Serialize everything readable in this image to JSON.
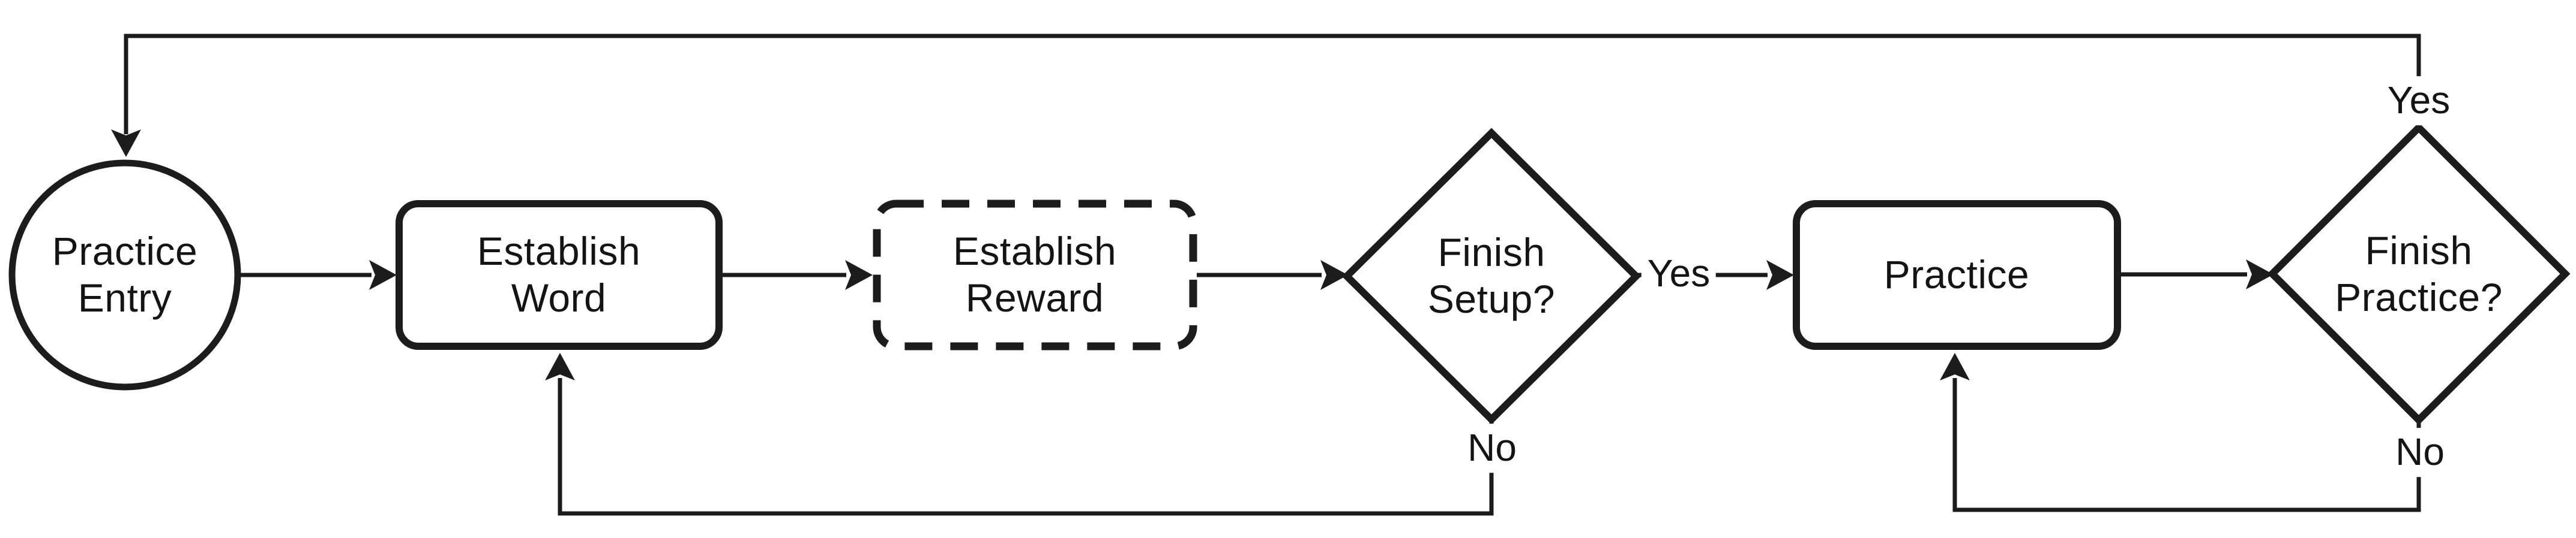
{
  "diagram": {
    "type": "flowchart",
    "colors": {
      "background": "#ffffff",
      "stroke": "#1c1c1c",
      "text": "#141414"
    },
    "nodes": [
      {
        "id": "practice-entry",
        "shape": "circle",
        "label": "Practice\nEntry"
      },
      {
        "id": "establish-word",
        "shape": "rounded-rect",
        "label": "Establish\nWord"
      },
      {
        "id": "establish-reward",
        "shape": "rounded-rect-dashed",
        "label": "Establish\nReward"
      },
      {
        "id": "finish-setup",
        "shape": "diamond",
        "label": "Finish\nSetup?"
      },
      {
        "id": "practice",
        "shape": "rounded-rect",
        "label": "Practice"
      },
      {
        "id": "finish-practice",
        "shape": "diamond",
        "label": "Finish\nPractice?"
      }
    ],
    "edges": [
      {
        "from": "practice-entry",
        "to": "establish-word",
        "label": ""
      },
      {
        "from": "establish-word",
        "to": "establish-reward",
        "label": ""
      },
      {
        "from": "establish-reward",
        "to": "finish-setup",
        "label": ""
      },
      {
        "from": "finish-setup",
        "to": "practice",
        "label": "Yes"
      },
      {
        "from": "finish-setup",
        "to": "establish-word",
        "label": "No"
      },
      {
        "from": "practice",
        "to": "finish-practice",
        "label": ""
      },
      {
        "from": "finish-practice",
        "to": "practice",
        "label": "No"
      },
      {
        "from": "finish-practice",
        "to": "practice-entry",
        "label": "Yes"
      }
    ]
  }
}
